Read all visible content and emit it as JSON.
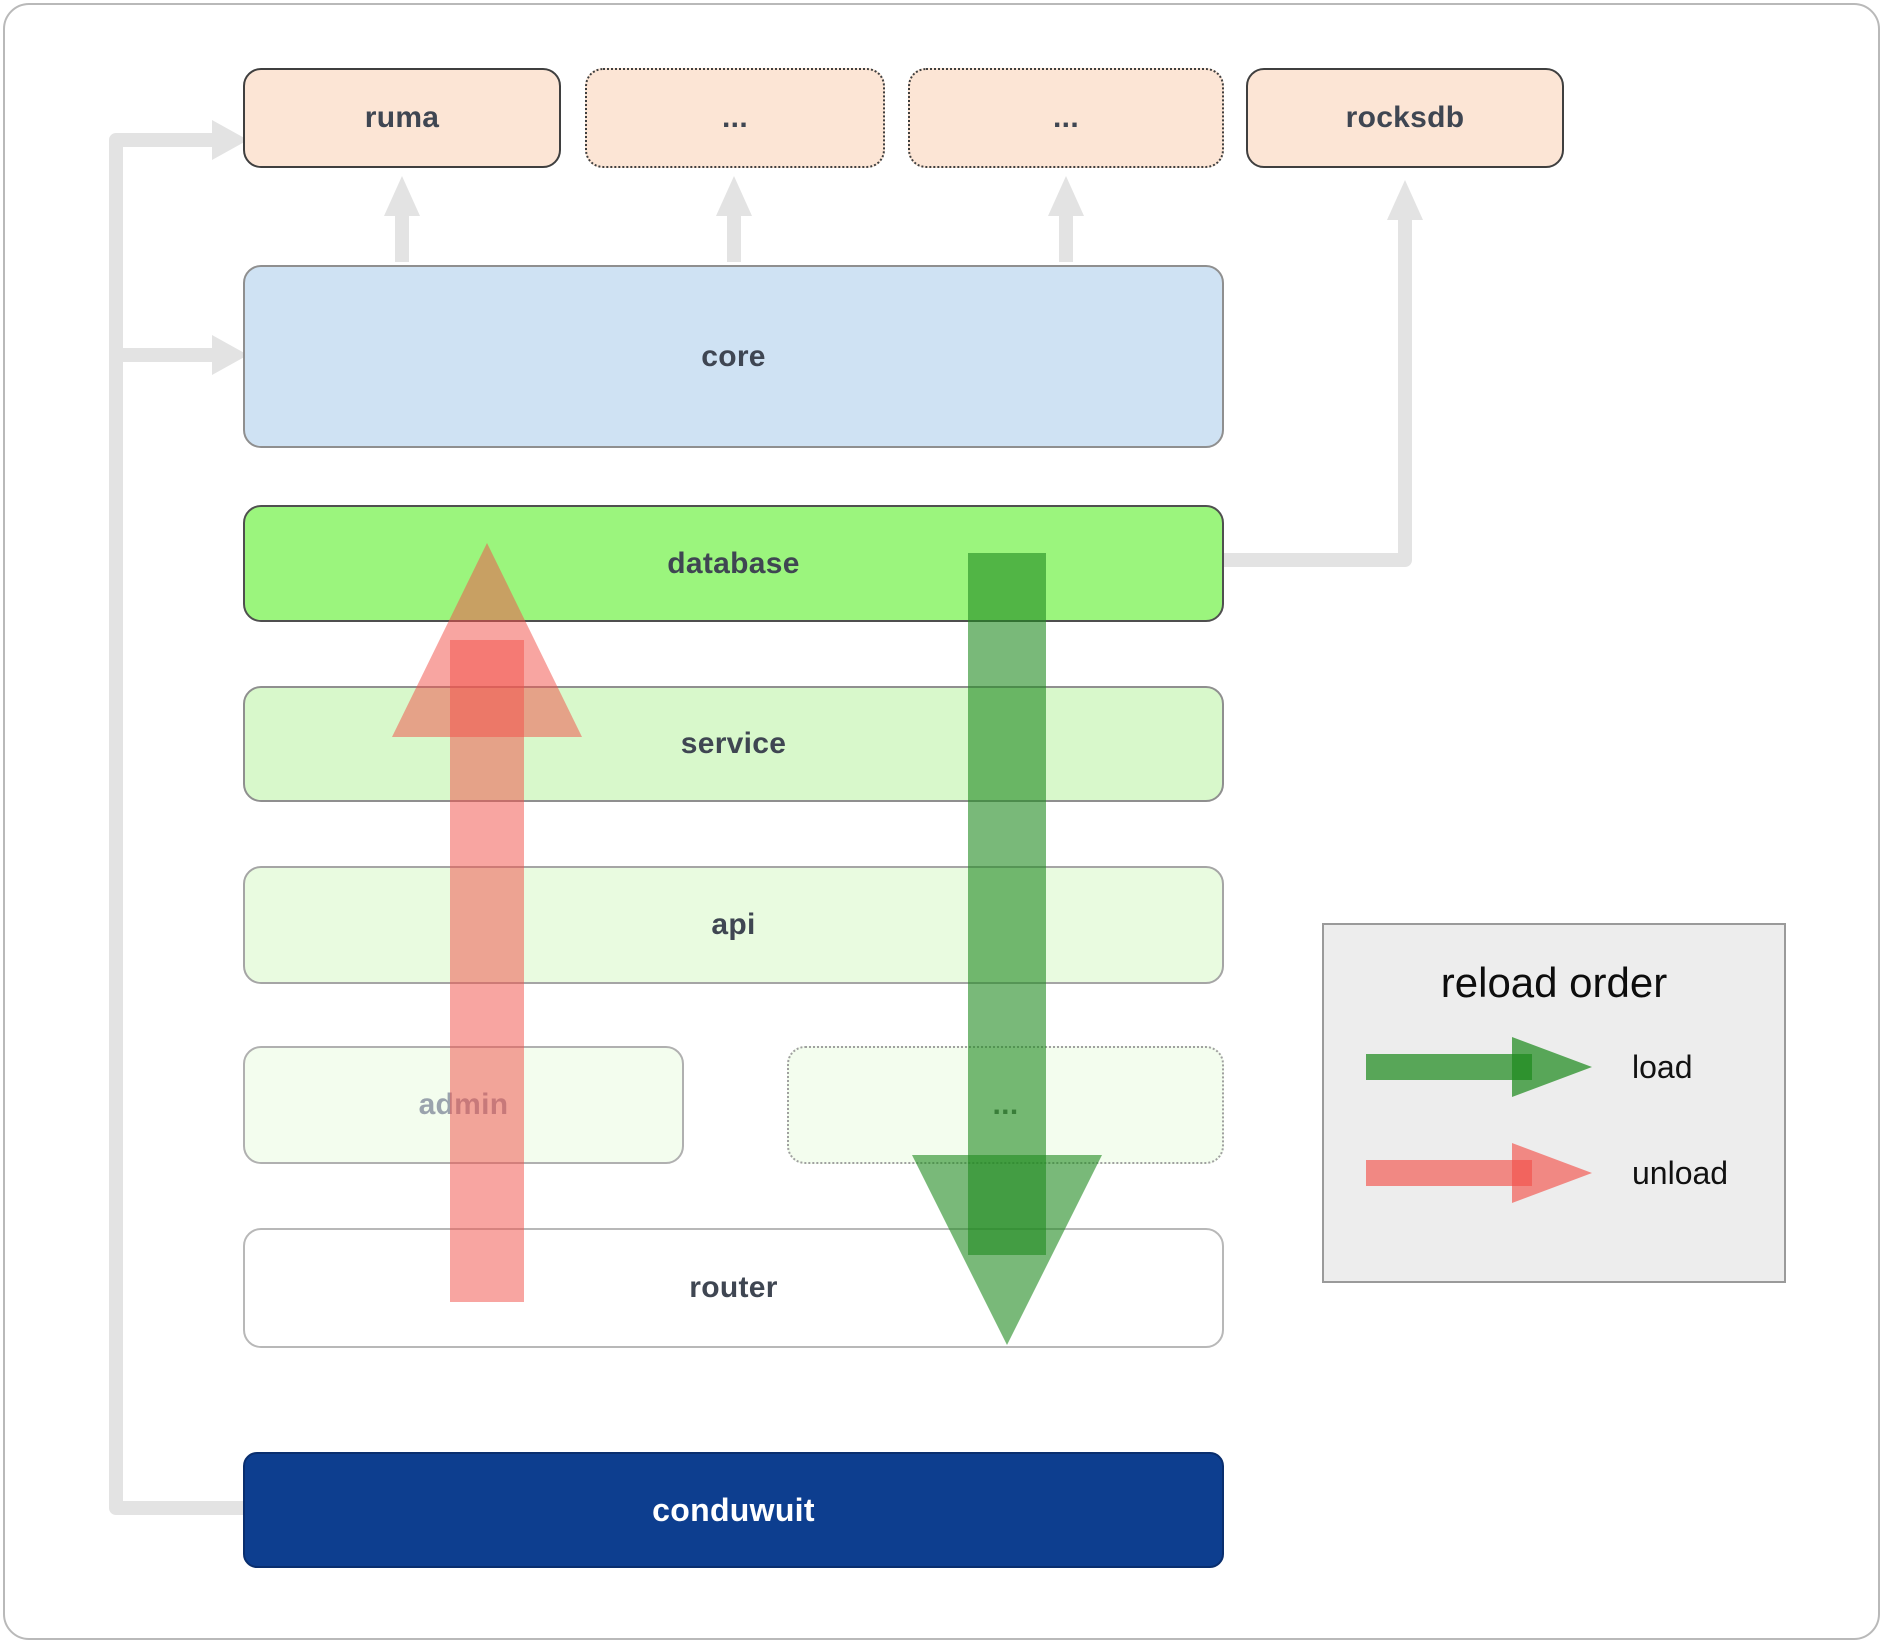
{
  "top_row": [
    {
      "label": "ruma"
    },
    {
      "label": "..."
    },
    {
      "label": "..."
    },
    {
      "label": "rocksdb"
    }
  ],
  "layers": {
    "core": "core",
    "database": "database",
    "service": "service",
    "api": "api",
    "admin": "admin",
    "admin_more": "...",
    "router": "router",
    "app": "conduwuit"
  },
  "legend": {
    "title": "reload order",
    "load_label": "load",
    "unload_label": "unload"
  },
  "colors": {
    "peach": "#fce5d5",
    "core_blue": "#cfe2f3",
    "database_green": "#9bf57d",
    "service_green": "#d8f8cb",
    "api_green": "#e9fbe0",
    "faint_green": "#f3fdee",
    "app_navy": "#0d3e8f",
    "load_green": "#1f8a1f",
    "unload_red": "#f2524a",
    "connector_gray": "#e3e3e3"
  }
}
